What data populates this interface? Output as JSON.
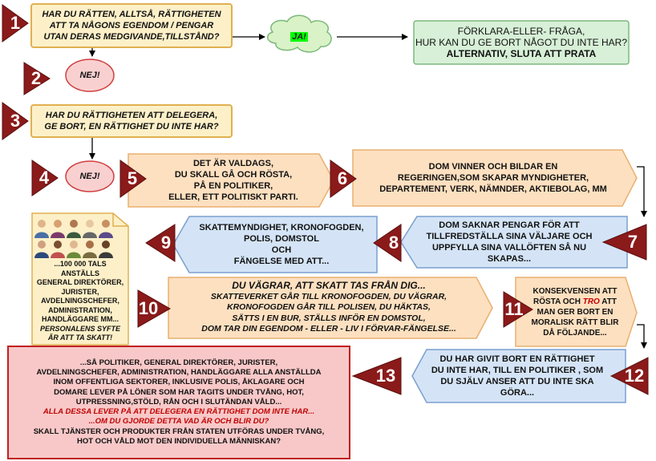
{
  "colors": {
    "marker": "#8b1a1a",
    "question_fill": "#fdf0c8",
    "question_border": "#e0b050",
    "no_fill": "#f9d0d0",
    "no_border": "#d04040",
    "yes_fill": "#d9f2c7",
    "answer_fill": "#d7f0d7",
    "peach_fill": "#fde0c0",
    "blue_fill": "#d4e4f6",
    "final_fill": "#f8c8c8",
    "final_border": "#c02020"
  },
  "markers": [
    "1",
    "2",
    "3",
    "4",
    "5",
    "6",
    "7",
    "8",
    "9",
    "10",
    "11",
    "12",
    "13"
  ],
  "q1": {
    "lines": [
      "HAR DU RÄTTEN, ALLTSÅ, RÄTTIGHETEN",
      "ATT TA NÅGONS EGENDOM / PENGAR",
      "UTAN DERAS MEDGIVANDE,TILLSTÅND?"
    ]
  },
  "yes_label": "JA!",
  "explain": {
    "lines": [
      "FÖRKLARA-ELLER- FRÅGA,",
      "HUR  KAN DU GE BORT NÅGOT DU INTE HAR?"
    ],
    "strong": "ALTERNATIV, SLUTA ATT PRATA"
  },
  "no1": "NEJ!",
  "q3": {
    "lines": [
      "HAR DU RÄTTIGHETEN ATT DELEGERA,",
      "GE BORT, EN RÄTTIGHET DU INTE HAR?"
    ]
  },
  "no2": "NEJ!",
  "s5": {
    "lines": [
      "DET ÄR VALDAGS,",
      "DU SKALL GÅ OCH RÖSTA,",
      "PÅ EN POLITIKER,",
      "ELLER, ETT POLITISKT PARTI."
    ]
  },
  "s6": {
    "lines": [
      "DOM VINNER OCH BILDAR EN",
      "REGERINGEN,SOM SKAPAR MYNDIGHETER,",
      "DEPARTEMENT, VERK, NÄMNDER, AKTIEBOLAG, MM"
    ]
  },
  "s7": {
    "lines": [
      "DOM SAKNAR PENGAR FÖR ATT",
      "TILLFREDSTÄLLA SINA VÄLJARE OCH",
      "UPPFYLLA SINA VALLÖFTEN SÅ NU",
      "SKAPAS..."
    ]
  },
  "s8": {
    "lines": [
      "SKATTEMYNDIGHET, KRONOFOGDEN,",
      "POLIS, DOMSTOL",
      "OCH",
      "FÄNGELSE MED ATT..."
    ]
  },
  "s9": {
    "lines": [
      "...100 000 TALS",
      "ANSTÄLLS",
      "GENERAL DIREKTÖRER,",
      "JURISTER,",
      "AVDELNINGSCHEFER,",
      "ADMINISTRATION,",
      "HANDLÄGGARE MM..."
    ],
    "italic": [
      "PERSONALENS SYFTE",
      "ÄR  ATT TA SKATT!"
    ]
  },
  "s10": {
    "title": "DU VÄGRAR, ATT SKATT TAS FRÅN DIG...",
    "lines": [
      "SKATTEVERKET GÅR TILL KRONOFOGDEN, DU VÄGRAR,",
      "KRONOFOGDEN GÅR TILL POLISEN, DU HÄKTAS,",
      "SÄTTS I EN BUR, STÄLLS INFÖR EN DOMSTOL,",
      "DOM TAR DIN EGENDOM - ELLER - LIV I FÖRVAR-FÄNGELSE..."
    ]
  },
  "s11": {
    "line1a": "KONSEKVENSEN ATT",
    "line2a": "RÖSTA OCH ",
    "line2b": "TRO",
    "line2c": " ATT",
    "line3": "MAN GER BORT EN",
    "line4": "MORALISK RÄTT  BLIR",
    "line5": "DÅ FÖLJANDE..."
  },
  "s12": {
    "lines": [
      "DU HAR GIVIT BORT EN RÄTTIGHET",
      "DU INTE HAR, TILL EN POLITIKER , SOM",
      "DU SJÄLV ANSER ATT DU INTE SKA",
      "GÖRA..."
    ]
  },
  "s13": {
    "lines": [
      "...SÅ POLITIKER, GENERAL DIREKTÖRER, JURISTER,",
      "AVDELNINGSCHEFER, ADMINISTRATION, HANDLÄGGARE  ALLA ANSTÄLLDA",
      "INOM OFFENTLIGA SEKTORER, INKLUSIVE POLIS, ÅKLAGARE OCH",
      "DOMARE LEVER PÅ LÖNER SOM  HAR TAGITS UNDER TVÅNG, HOT,",
      "UTPRESSNING,STÖLD, RÅN OCH I SLUTÄNDAN VÅLD..."
    ],
    "red": [
      "ALLA DESSA LEVER PÅ ATT DELEGERA EN RÄTTIGHET DOM INTE HAR...",
      "...OM DU GJORDE DETTA VAD ÄR OCH BLIR DU?"
    ],
    "tail": [
      "SKALL TJÄNSTER OCH PRODUKTER FRÅN STATEN UTFÖRAS UNDER TVÅNG,",
      "HOT OCH VÅLD MOT DEN INDIVIDUELLA MÄNNISKAN?"
    ]
  }
}
